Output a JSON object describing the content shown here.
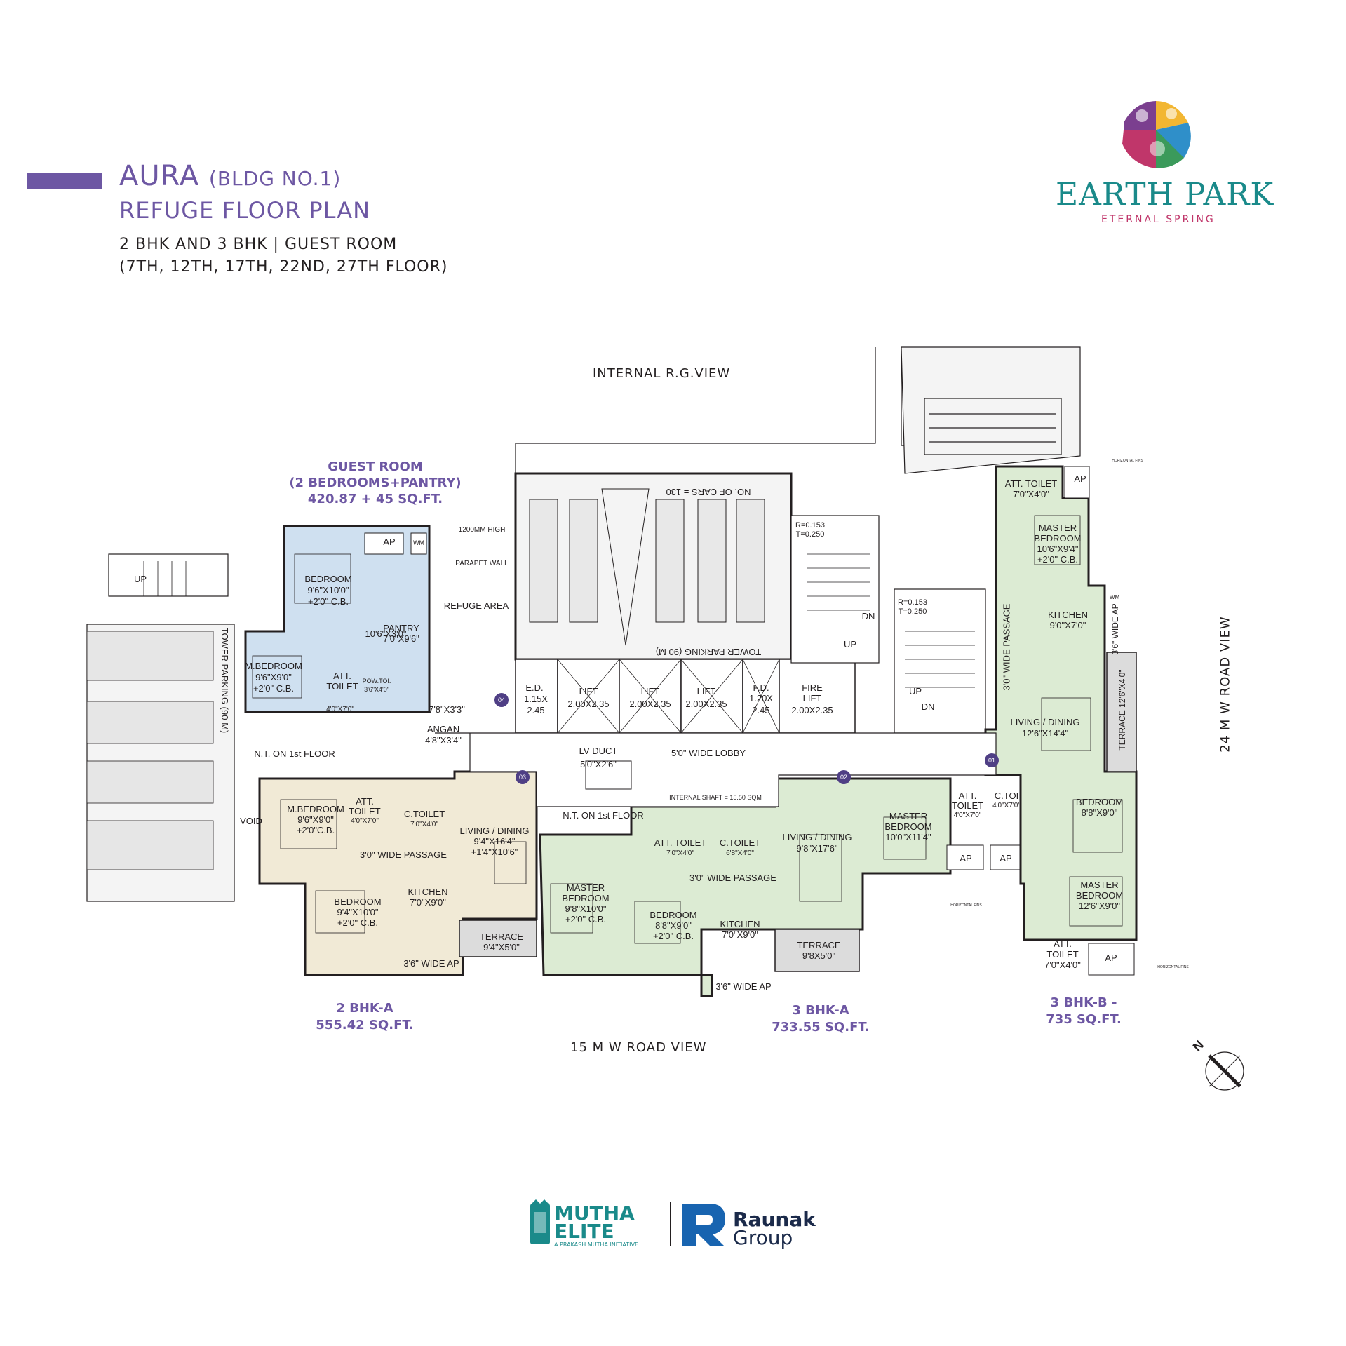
{
  "header": {
    "title_main": "AURA",
    "title_bldg": "(BLDG NO.1)",
    "subtitle": "REFUGE FLOOR PLAN",
    "config": "2 BHK AND 3 BHK | GUEST ROOM",
    "floors": "(7TH, 12TH, 17TH, 22ND, 27TH FLOOR)"
  },
  "brand": {
    "name": "EARTH PARK",
    "tagline": "ETERNAL SPRING"
  },
  "views": {
    "top": "INTERNAL R.G.VIEW",
    "bottom": "15 M W ROAD VIEW",
    "right": "24 M W ROAD VIEW"
  },
  "units": {
    "guest": {
      "name": "GUEST ROOM",
      "detail": "(2 BEDROOMS+PANTRY)",
      "area": "420.87 + 45 SQ.FT."
    },
    "bhk2a": {
      "name": "2 BHK-A",
      "area": "555.42 SQ.FT."
    },
    "bhk3a": {
      "name": "3 BHK-A",
      "area": "733.55 SQ.FT."
    },
    "bhk3b": {
      "name": "3 BHK-B -",
      "area": "735 SQ.FT."
    }
  },
  "labels": {
    "refuge_area": "REFUGE AREA",
    "parapet_1": "1200MM HIGH",
    "parapet_2": "PARAPET WALL",
    "cars": "NO. OF CARS = 130",
    "tower_parking_top": "TOWER PARKING (90 M)",
    "tower_parking_left": "TOWER PARKING (90 M)",
    "lv_duct": "LV DUCT",
    "lv_duct_size": "5'0\"X2'6\"",
    "lobby": "5'0\" WIDE LOBBY",
    "nt_1": "N.T. ON 1st FLOOR",
    "nt_2": "N.T. ON 1st FLOOR",
    "void": "VOID",
    "internal_shaft": "INTERNAL SHAFT = 15.50 SQM",
    "up": "UP",
    "dn": "DN",
    "riser_a": "R=0.153",
    "tread_a": "T=0.250",
    "ed": "E.D.",
    "ed_size": "1.15X",
    "ed_size2": "2.45",
    "fd": "F.D.",
    "fd_size": "1.20X",
    "fd_size2": "2.45",
    "lift": "LIFT",
    "lift_size": "2.00X2.35",
    "fire_lift": "FIRE",
    "fire_lift2": "LIFT",
    "angan": "ANGAN",
    "angan_size": "4'8\"X3'4\"",
    "angan_top": "7'8\"X3'3\"",
    "horizontal_fins": "HORIZONTAL FINS"
  },
  "rooms": {
    "guest_bedroom": [
      "BEDROOM",
      "9'6\"X10'0\"",
      "+2'0\" C.B."
    ],
    "guest_pantry": [
      "PANTRY",
      "7'0\"X9'6\""
    ],
    "guest_passage": "10'6\"X3'0\"",
    "guest_mbed": [
      "M.BEDROOM",
      "9'6\"X9'0\"",
      "+2'0\" C.B."
    ],
    "guest_toilet": [
      "ATT.",
      "TOILET"
    ],
    "guest_powder": [
      "POW.TOI.",
      "3'6\"X4'0\""
    ],
    "guest_toilet_size": "4'0\"X7'0\"",
    "guest_ap": "AP",
    "guest_wm": "WM",
    "b2_mbed": [
      "M.BEDROOM",
      "9'6\"X9'0\"",
      "+2'0\"C.B."
    ],
    "b2_atttoilet": [
      "ATT.",
      "TOILET",
      "4'0\"X7'0\""
    ],
    "b2_ctoilet": [
      "C.TOILET",
      "7'0\"X4'0\""
    ],
    "b2_living": [
      "LIVING / DINING",
      "9'4\"X16'4\"",
      "+1'4\"X10'6\""
    ],
    "b2_passage": "3'0\" WIDE PASSAGE",
    "b2_bedroom": [
      "BEDROOM",
      "9'4\"X10'0\"",
      "+2'0\" C.B."
    ],
    "b2_kitchen": [
      "KITCHEN",
      "7'0\"X9'0\""
    ],
    "b2_terrace": [
      "TERRACE",
      "9'4\"X5'0\""
    ],
    "b2_ap": "3'6\" WIDE AP",
    "b3a_master": [
      "MASTER",
      "BEDROOM",
      "9'8\"X10'0\"",
      "+2'0\" C.B."
    ],
    "b3a_atttoilet": [
      "ATT. TOILET",
      "7'0\"X4'0\""
    ],
    "b3a_ctoilet": [
      "C.TOILET",
      "6'8\"X4'0\""
    ],
    "b3a_passage": "3'0\" WIDE PASSAGE",
    "b3a_bedroom": [
      "BEDROOM",
      "8'8\"X9'0\"",
      "+2'0\" C.B."
    ],
    "b3a_kitchen": [
      "KITCHEN",
      "7'0\"X9'0\""
    ],
    "b3a_ap": "3'6\" WIDE AP",
    "b3a_living": [
      "LIVING / DINING",
      "9'8\"X17'6\""
    ],
    "b3a_terrace": [
      "TERRACE",
      "9'8X5'0\""
    ],
    "b3a_master2": [
      "MASTER",
      "BEDROOM",
      "10'0\"X11'4\""
    ],
    "b3a_att2": [
      "ATT.",
      "TOILET",
      "4'0\"X7'0\""
    ],
    "b3b_ctoilet": [
      "C.TOI",
      "4'0\"X7'0\""
    ],
    "b3b_atttoilet": [
      "ATT. TOILET",
      "7'0\"X4'0\""
    ],
    "b3b_master": [
      "MASTER",
      "BEDROOM",
      "10'6\"X9'4\"",
      "+2'0\" C.B."
    ],
    "b3b_kitchen": [
      "KITCHEN",
      "9'0\"X7'0\""
    ],
    "b3b_passage": "3'0\" WIDE PASSAGE",
    "b3b_apwide": "3'6\" WIDE AP",
    "b3b_living": [
      "LIVING / DINING",
      "12'6\"X14'4\""
    ],
    "b3b_terrace": "TERRACE 12'6\"X4'0\"",
    "b3b_bedroom": [
      "BEDROOM",
      "8'8\"X9'0\""
    ],
    "b3b_master2": [
      "MASTER",
      "BEDROOM",
      "12'6\"X9'0\""
    ],
    "b3b_att2": [
      "ATT.",
      "TOILET",
      "7'0\"X4'0\""
    ],
    "ap": "AP",
    "wm": "WM"
  },
  "markers": [
    "01",
    "02",
    "03",
    "04"
  ],
  "footer": {
    "mutha_line1": "MUTHA",
    "mutha_line2": "ELITE",
    "mutha_sub": "A PRAKASH MUTHA INITIATIVE",
    "raunak_line1": "Raunak",
    "raunak_line2": "Group"
  },
  "compass_letter": "N",
  "colors": {
    "accent_purple": "#6d57a3",
    "guest_fill": "#cfe0f0",
    "bhk2_fill": "#f1ead6",
    "bhk3_fill": "#dcebd3",
    "terrace_fill": "#dcdcdc",
    "brand_teal": "#1a8a8a"
  }
}
